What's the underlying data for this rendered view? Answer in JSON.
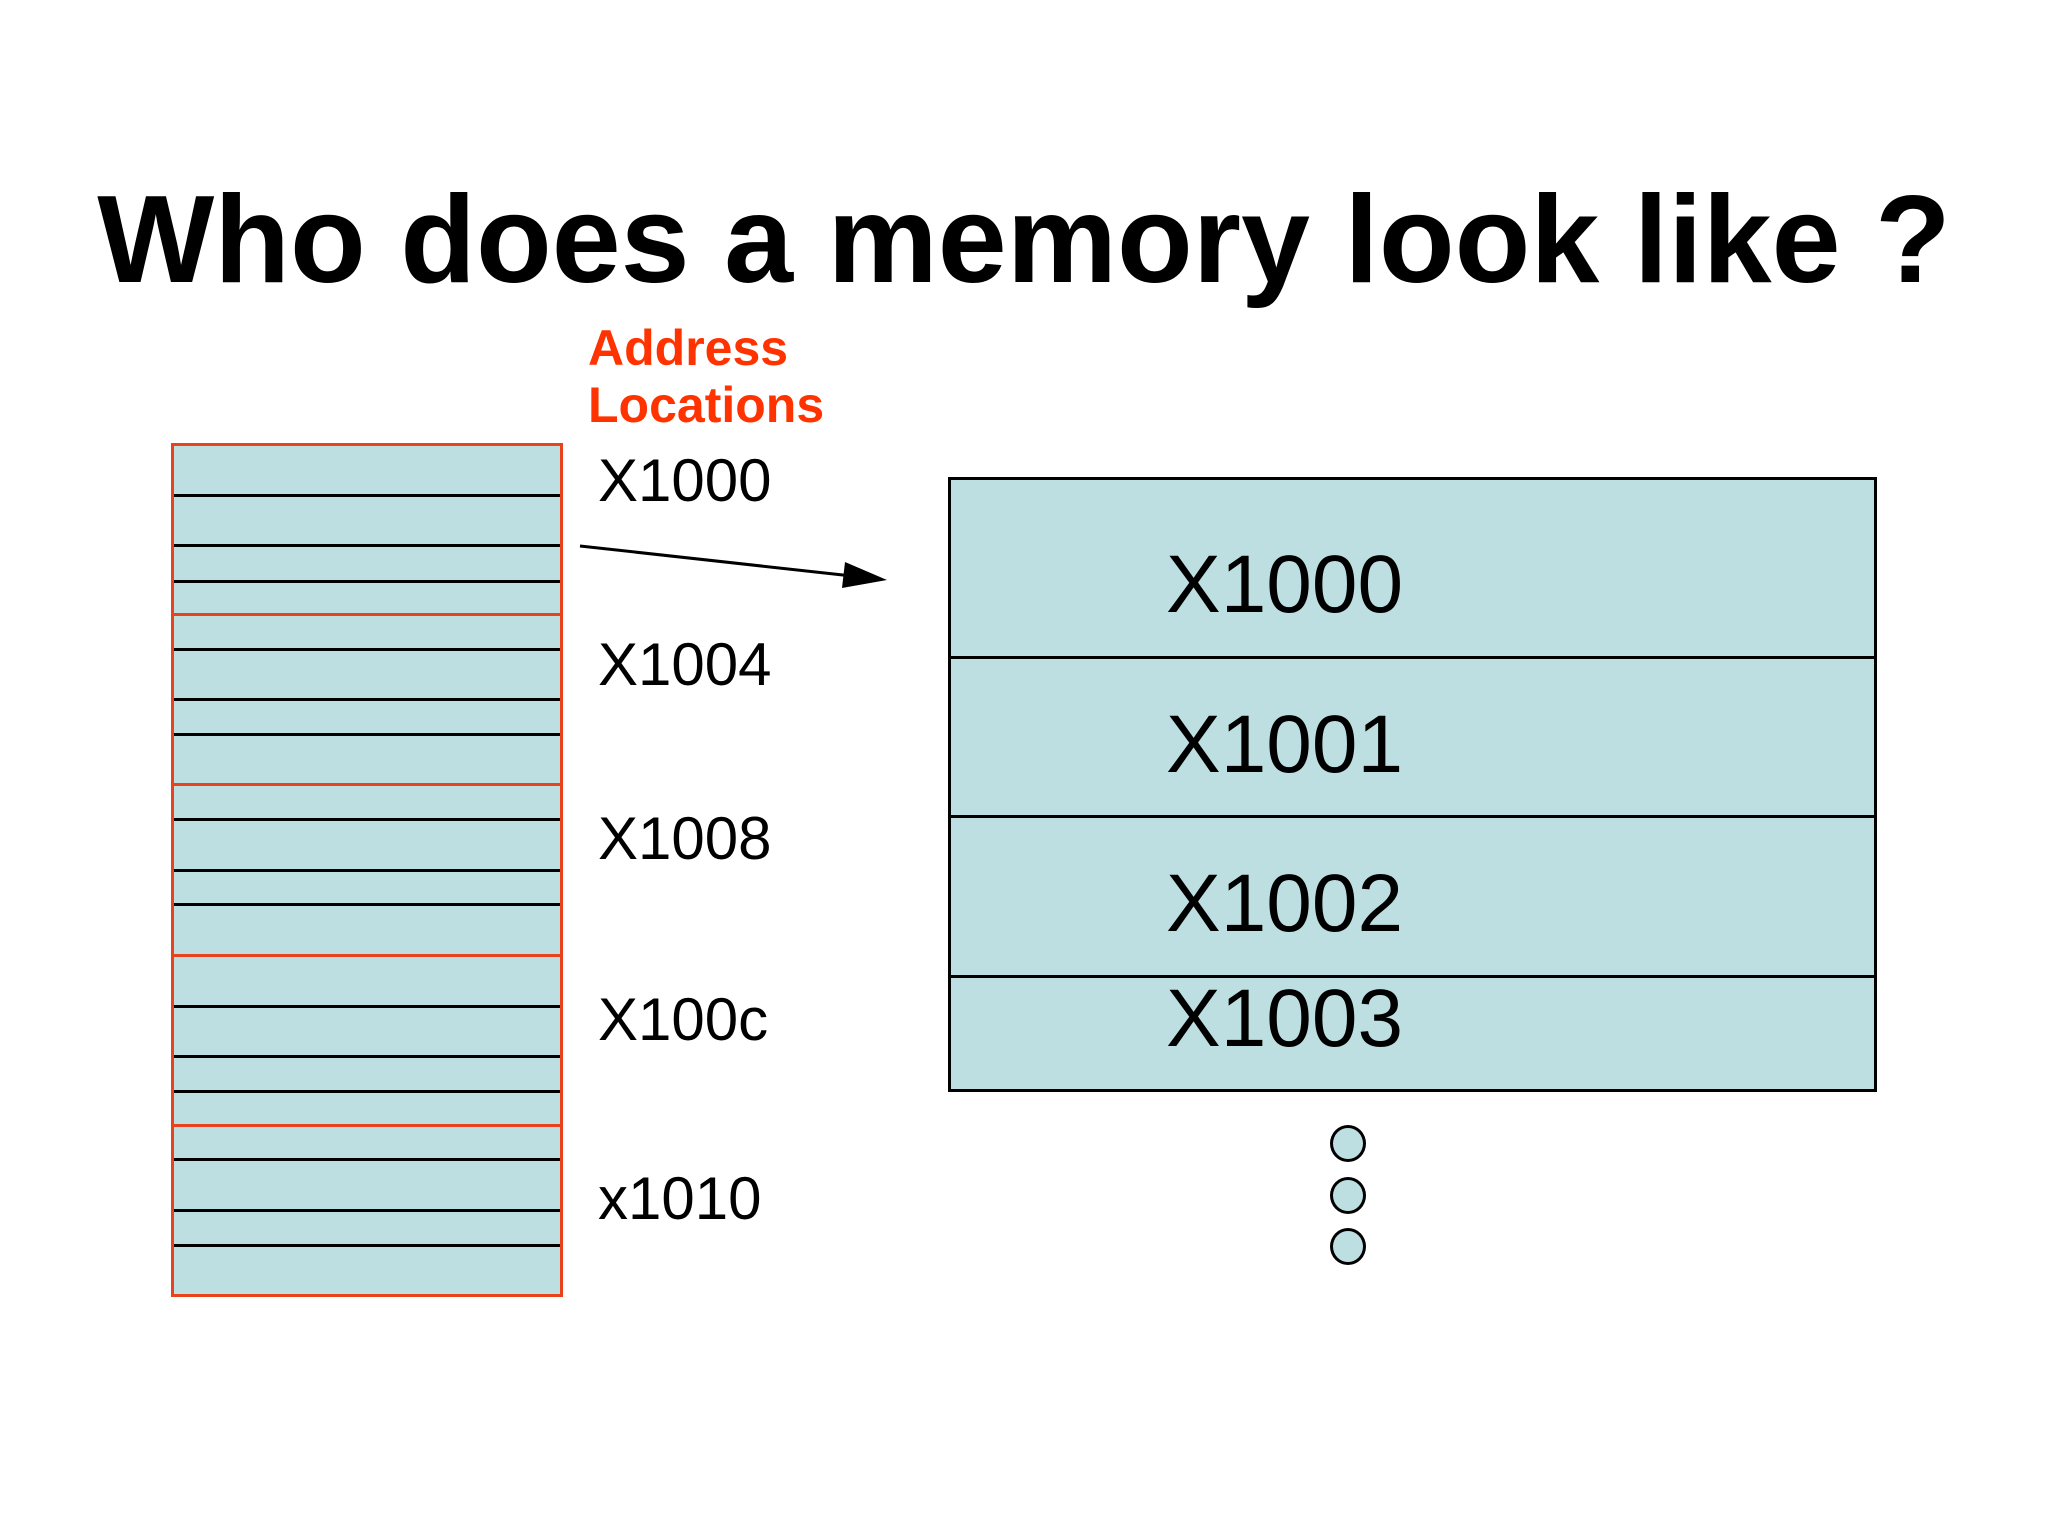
{
  "slide": {
    "title": "Who does a memory look like ?",
    "address_annotation": {
      "line1": "Address",
      "line2": "Locations"
    },
    "memory_column": {
      "bytes_per_group": 4,
      "groups": [
        {
          "address": "X1000"
        },
        {
          "address": "X1004"
        },
        {
          "address": "X1008"
        },
        {
          "address": "X100c"
        },
        {
          "address": "x1010"
        }
      ]
    },
    "expanded_box": {
      "cells": [
        {
          "label": "X1000"
        },
        {
          "label": "X1001"
        },
        {
          "label": "X1002"
        },
        {
          "label": "X1003"
        }
      ],
      "ellipsis_dots": 3
    },
    "colors": {
      "cell_fill": "#bedfe2",
      "accent": "#e8431c",
      "accent_text": "#ff3300",
      "line": "#000000"
    }
  }
}
